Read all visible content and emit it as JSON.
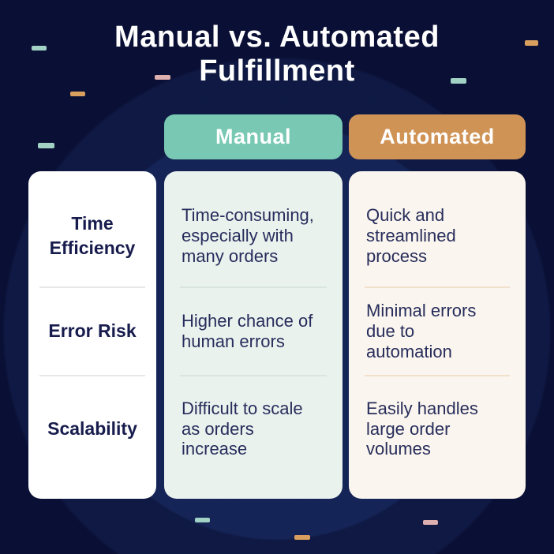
{
  "title": "Manual vs. Automated\nFulfillment",
  "headers": {
    "manual": "Manual",
    "automated": "Automated"
  },
  "rows": [
    {
      "label": "Time\nEfficiency",
      "manual": "Time-consuming,\nespecially with\nmany orders",
      "automated": "Quick and\nstreamlined\nprocess"
    },
    {
      "label": "Error Risk",
      "manual": "Higher chance of\nhuman errors",
      "automated": "Minimal errors\ndue to\nautomation"
    },
    {
      "label": "Scalability",
      "manual": "Difficult to scale\nas orders\nincrease",
      "automated": "Easily handles\nlarge order\nvolumes"
    }
  ],
  "colors": {
    "background": "#0a1035",
    "manual_accent": "#78c8b3",
    "automated_accent": "#d09356",
    "labels_panel": "#ffffff",
    "manual_panel": "#eaf2ee",
    "automated_panel": "#faf5ee",
    "heading_text": "#ffffff",
    "dark_text": "#171c4d",
    "dash_teal": "#a2d2c5",
    "dash_orange": "#d99f5e",
    "dash_pink": "#deafaf"
  }
}
